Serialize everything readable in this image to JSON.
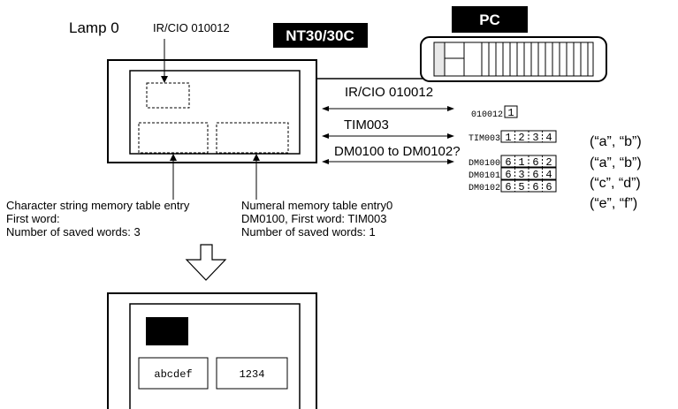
{
  "labels": {
    "lamp": "Lamp 0",
    "lamp_address": "IR/CIO 010012",
    "terminal": "NT30/30C",
    "pc": "PC",
    "link1": "IR/CIO 010012",
    "link2": "TIM003",
    "link3": "DM0100 to DM0102?",
    "char_entry": [
      "Character string memory table entry",
      "First word:",
      "Number of saved words: 3"
    ],
    "num_entry": [
      "Numeral memory table entry0",
      "DM0100, First word: TIM003",
      "Number of saved words: 1"
    ]
  },
  "memory": [
    {
      "addr": "010012",
      "cells": [
        "1"
      ]
    },
    {
      "addr": "TIM003",
      "cells": [
        "1",
        "2",
        "3",
        "4"
      ]
    },
    {
      "addr": "DM0100",
      "cells": [
        "6",
        "1",
        "6",
        "2"
      ],
      "note": "(“a”, “b”)"
    },
    {
      "addr": "DM0101",
      "cells": [
        "6",
        "3",
        "6",
        "4"
      ],
      "note": "(“c”, “d”)"
    },
    {
      "addr": "DM0102",
      "cells": [
        "6",
        "5",
        "6",
        "6"
      ],
      "note": "(“e”, “f”)"
    }
  ],
  "tim_note": "(“a”, “b”)",
  "result": {
    "string": "abcdef",
    "number": "1234"
  }
}
